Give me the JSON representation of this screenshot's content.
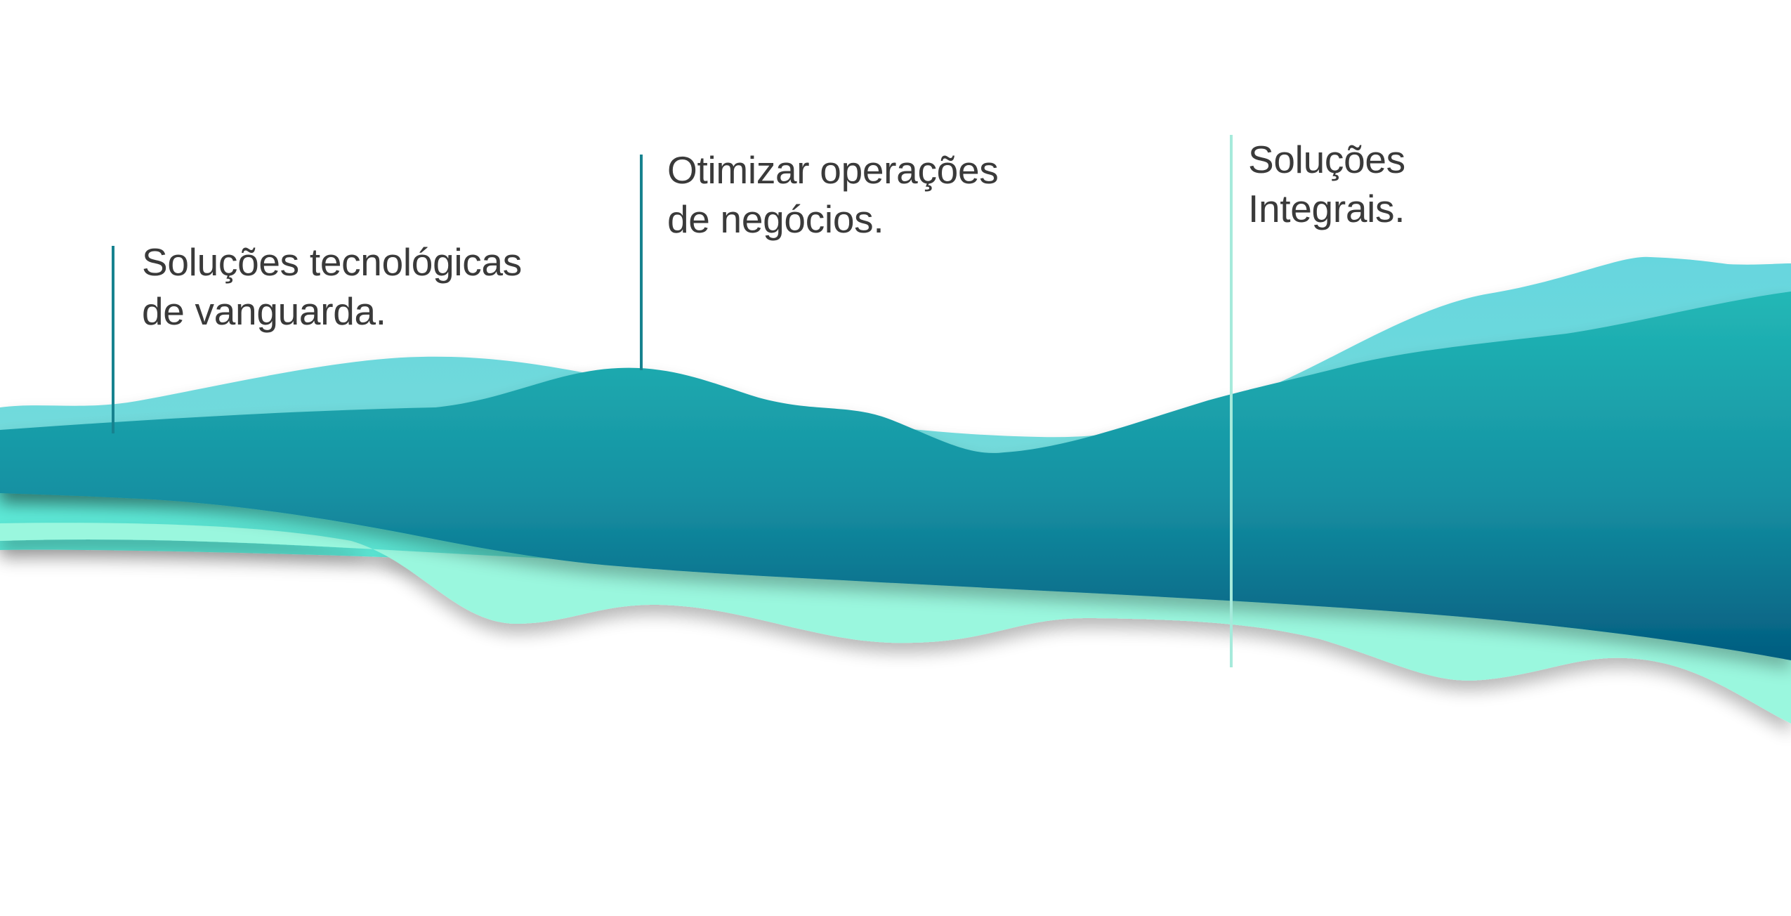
{
  "labels": [
    {
      "line1": "Soluções tecnológicas",
      "line2": "de vanguarda."
    },
    {
      "line1": "Otimizar operações",
      "line2": "de negócios."
    },
    {
      "line1": "Soluções",
      "line2": "Integrais."
    }
  ],
  "colors": {
    "background": "#ffffff",
    "text": "#3a3a3a",
    "wave_light_cyan": "#6ad8dd",
    "wave_teal_top": "#22b3b5",
    "wave_deep_blue": "#046283",
    "wave_mint": "#9af7de",
    "wave_aqua": "#5ce8d6",
    "marker_dark": "#17828f",
    "marker_light": "#a6eadb"
  }
}
